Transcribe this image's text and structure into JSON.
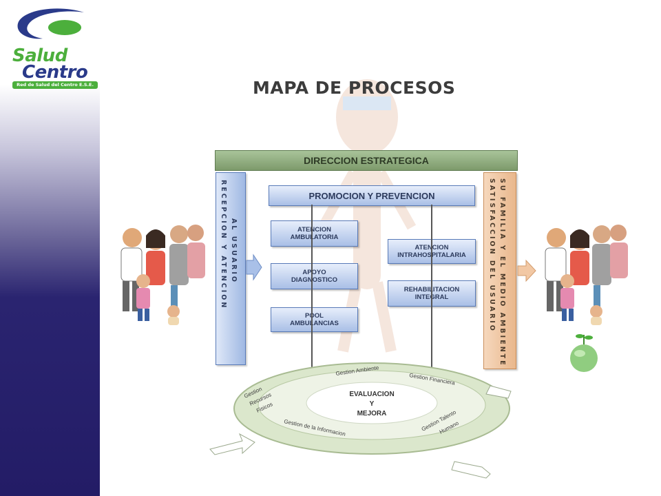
{
  "logo": {
    "line1": "Salud",
    "line2": "Centro",
    "tagline": "Red de Salud del Centro E.S.E."
  },
  "diagram": {
    "title": "MAPA DE PROCESOS",
    "direccion": "DIRECCION ESTRATEGICA",
    "left_column": {
      "line1": "RECEPCION Y ATENCION",
      "line2": "AL USUARIO"
    },
    "right_column": {
      "line1": "SATISFACCION DEL USUARIO",
      "line2": "SU FAMILIA Y EL MEDIO AMBIENTE"
    },
    "promocion": "PROMOCION Y PREVENCION",
    "atencion_ambulatoria": [
      "ATENCION",
      "AMBULATORIA"
    ],
    "apoyo_diagnostico": [
      "APOYO",
      "DIAGNOSTICO"
    ],
    "pool_ambulancias": [
      "POOL",
      "AMBULANCIAS"
    ],
    "atencion_intrahospitalaria": [
      "ATENCION",
      "INTRAHOSPITALARIA"
    ],
    "rehabilitacion": [
      "REHABILITACION",
      "INTEGRAL"
    ],
    "evaluacion": [
      "EVALUACION",
      "Y",
      "MEJORA"
    ],
    "cycle": {
      "gestion_ambiente": "Gestion Ambiente",
      "gestion_financiera": "Gestion Financiera",
      "gestion_recursos": [
        "Gestion",
        "Recursos",
        "Fisicos"
      ],
      "gestion_informacion": "Gestion de la Informacion",
      "gestion_talento": [
        "Gestion Talento",
        "Humano"
      ]
    }
  },
  "colors": {
    "sidebar_dark": "#231c66",
    "logo_green": "#4caf3c",
    "logo_blue": "#2a3a8a",
    "box_blue": "#a9bfe6",
    "box_green": "#7d9a6b",
    "box_orange": "#e9b78c"
  }
}
